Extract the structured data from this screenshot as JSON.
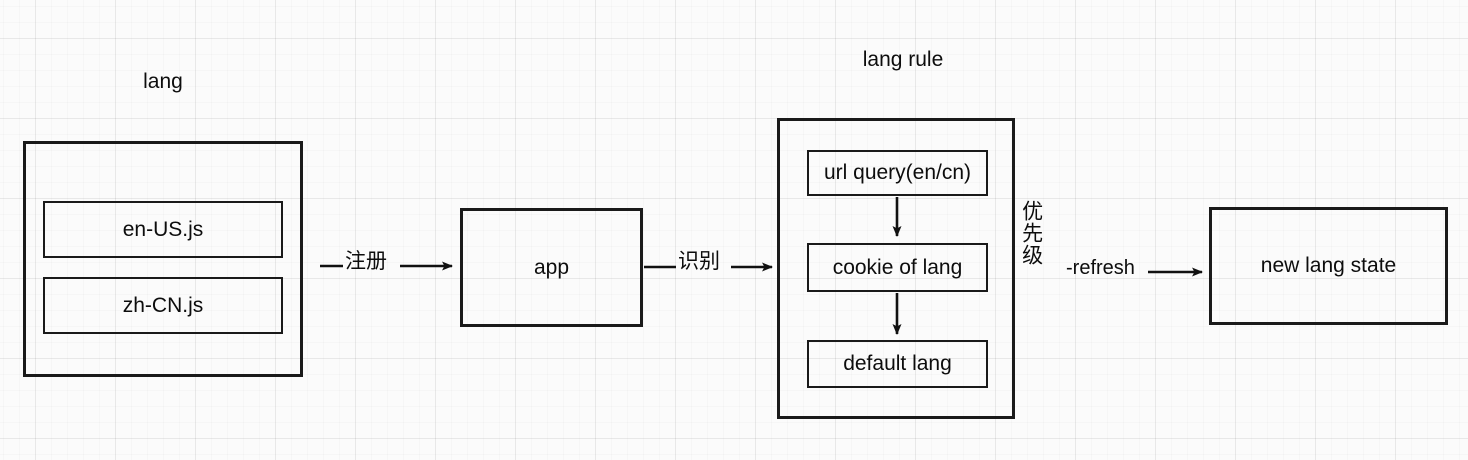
{
  "diagram": {
    "title_lang": "lang",
    "title_lang_rule": "lang rule",
    "lang_group": {
      "items": [
        {
          "label": "en-US.js"
        },
        {
          "label": "zh-CN.js"
        }
      ]
    },
    "app_node": {
      "label": "app"
    },
    "lang_rule_group": {
      "items": [
        {
          "label": "url query(en/cn)"
        },
        {
          "label": "cookie of lang"
        },
        {
          "label": "default lang"
        }
      ],
      "priority_label": "优先级"
    },
    "result_node": {
      "label": "new lang state"
    },
    "edges": [
      {
        "label": "注册",
        "from": "lang",
        "to": "app"
      },
      {
        "label": "识别",
        "from": "app",
        "to": "lang rule"
      },
      {
        "label": "-refresh",
        "from": "lang rule",
        "to": "new lang state"
      }
    ],
    "colors": {
      "stroke": "#1a1a1a",
      "text": "#0d0d0d",
      "background": "#fbfbfb",
      "grid": "#ededed"
    }
  }
}
